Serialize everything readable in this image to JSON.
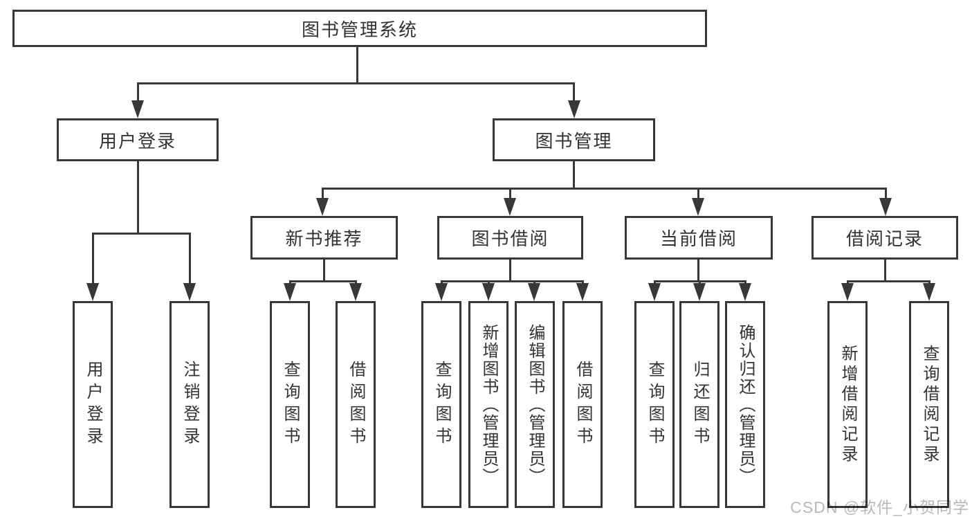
{
  "tree": {
    "root": {
      "label": "图书管理系统"
    },
    "children": [
      {
        "label": "用户登录",
        "children": [
          {
            "label": "用户登录"
          },
          {
            "label": "注销登录"
          }
        ]
      },
      {
        "label": "图书管理",
        "children": [
          {
            "label": "新书推荐",
            "children": [
              {
                "label": "查询图书"
              },
              {
                "label": "借阅图书"
              }
            ]
          },
          {
            "label": "图书借阅",
            "children": [
              {
                "label": "查询图书"
              },
              {
                "label": "新增图书（管理员）"
              },
              {
                "label": "编辑图书（管理员）"
              },
              {
                "label": "借阅图书"
              }
            ]
          },
          {
            "label": "当前借阅",
            "children": [
              {
                "label": "查询图书"
              },
              {
                "label": "归还图书"
              },
              {
                "label": "确认归还（管理员）"
              }
            ]
          },
          {
            "label": "借阅记录",
            "children": [
              {
                "label": "新增借阅记录"
              },
              {
                "label": "查询借阅记录"
              }
            ]
          }
        ]
      }
    ]
  },
  "watermark": "CSDN @软件_小贺同学",
  "colors": {
    "line": "#383838",
    "text": "#333333",
    "background": "#ffffff",
    "watermark": "#b9b9b9"
  }
}
